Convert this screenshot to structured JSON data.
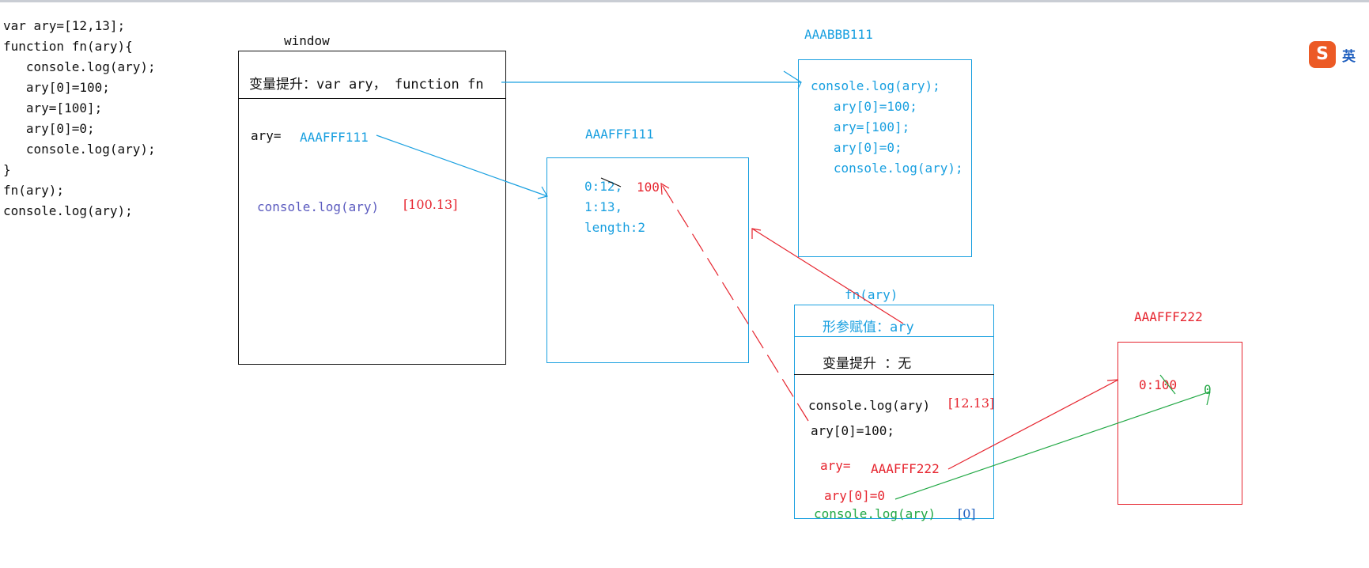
{
  "code_lines": [
    "var ary=[12,13];",
    "function fn(ary){",
    "   console.log(ary);",
    "   ary[0]=100;",
    "   ary=[100];",
    "   ary[0]=0;",
    "   console.log(ary);",
    "}",
    "fn(ary);",
    "console.log(ary);"
  ],
  "window_box": {
    "title": "window",
    "hoisting": "变量提升：var ary， function fn",
    "ary_label": "ary=",
    "ary_ref": "AAAFFF111",
    "console_text": "console.log(ary)",
    "console_result": "[100.13]"
  },
  "heap1": {
    "title": "AAAFFF111",
    "row0_key": "0:12,",
    "row0_new": "100",
    "row1": "1:13,",
    "row2": "length:2"
  },
  "func_heap": {
    "title": "AAABBB111",
    "lines": [
      "console.log(ary);",
      "   ary[0]=100;",
      "   ary=[100];",
      "   ary[0]=0;",
      "   console.log(ary);"
    ]
  },
  "fn_scope": {
    "title": "fn(ary)",
    "param_assign": "形参赋值：ary",
    "hoisting": "变量提升 ：无",
    "line1": "console.log(ary)",
    "line1_result": "[12.13]",
    "line2": "ary[0]=100;",
    "line3_label": "ary=",
    "line3_ref": "AAAFFF222",
    "line4": "ary[0]=0",
    "line5": "console.log(ary)",
    "line5_result": "[0]"
  },
  "heap2": {
    "title": "AAAFFF222",
    "row0": "0:100",
    "row0_new": "0"
  },
  "ime": {
    "logo": "S",
    "label": "英"
  },
  "colors": {
    "blue": "#1aa0e0",
    "red": "#e6242e",
    "green": "#22a845",
    "purple": "#5b5bbf",
    "black": "#111111"
  }
}
